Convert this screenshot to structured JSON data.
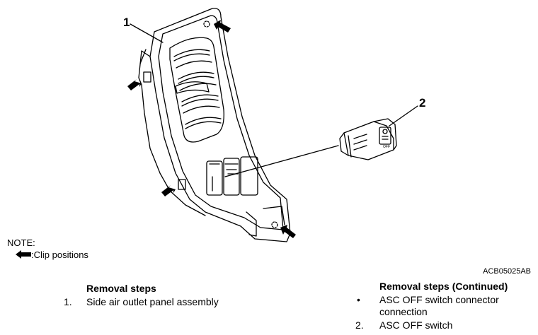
{
  "figure": {
    "callouts": [
      "1",
      "2"
    ],
    "arrow_icon": "filled-arrow-icon",
    "figure_code": "ACB05025AB"
  },
  "note": {
    "title": "NOTE:",
    "legend_text": ":Clip positions"
  },
  "removal_steps": {
    "title": "Removal steps",
    "items": [
      {
        "marker": "1.",
        "text": "Side air outlet panel assembly"
      }
    ]
  },
  "removal_steps_continued": {
    "title": "Removal steps (Continued)",
    "items": [
      {
        "marker": "•",
        "text": "ASC OFF switch connector connection"
      },
      {
        "marker": "2.",
        "text": "ASC OFF switch"
      }
    ]
  }
}
